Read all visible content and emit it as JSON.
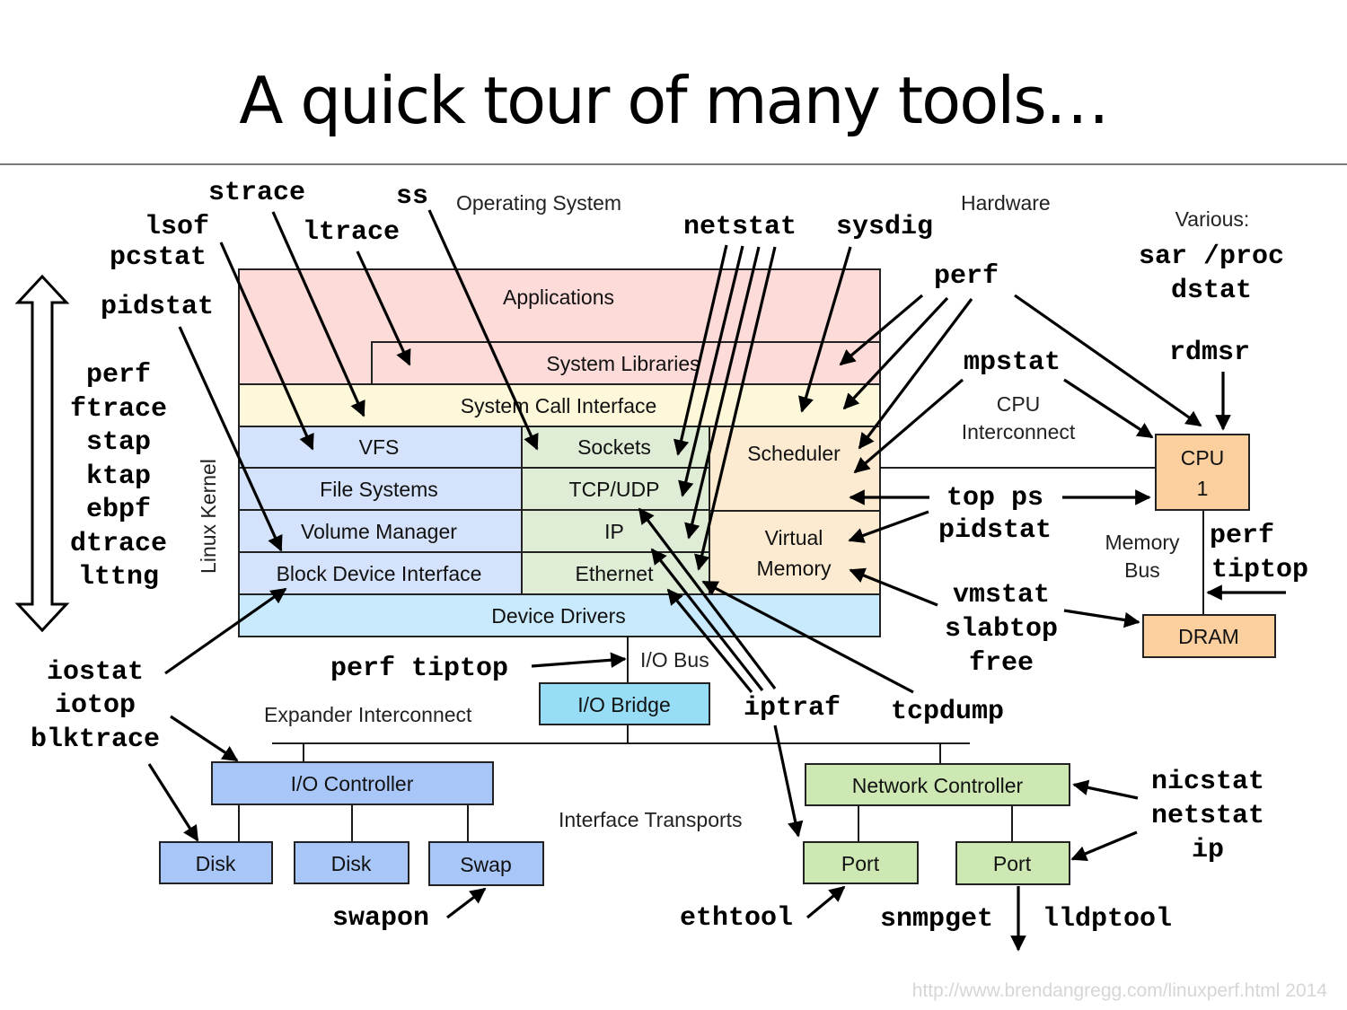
{
  "title": "A quick tour of many tools…",
  "footer": "http://www.brendangregg.com/linuxperf.html 2014",
  "colors": {
    "applications": "#fddbd9",
    "syscall": "#fdf8da",
    "fs_stack": "#d4e3fb",
    "net_stack": "#dfecd6",
    "kernel_core": "#fdebd1",
    "device_drivers": "#c9eafc",
    "io_bridge": "#98ddf6",
    "io_controller": "#a9c6f8",
    "network_hw": "#cde8b3",
    "cpu_dram": "#fbd09e"
  },
  "sections": {
    "operating_system": "Operating System",
    "hardware": "Hardware",
    "linux_kernel": "Linux Kernel",
    "cpu_interconnect": [
      "CPU",
      "Interconnect"
    ],
    "memory_bus": [
      "Memory",
      "Bus"
    ],
    "io_bus": "I/O Bus",
    "expander_interconnect": "Expander Interconnect",
    "interface_transports": "Interface Transports",
    "various": "Various:"
  },
  "components": {
    "applications": "Applications",
    "system_libraries": "System Libraries",
    "system_call_interface": "System Call Interface",
    "vfs": "VFS",
    "file_systems": "File Systems",
    "volume_manager": "Volume Manager",
    "block_device_interface": "Block Device Interface",
    "sockets": "Sockets",
    "tcp_udp": "TCP/UDP",
    "ip": "IP",
    "ethernet": "Ethernet",
    "scheduler": "Scheduler",
    "virtual_memory": [
      "Virtual",
      "Memory"
    ],
    "device_drivers": "Device Drivers",
    "io_bridge": "I/O Bridge",
    "io_controller": "I/O Controller",
    "disk1": "Disk",
    "disk2": "Disk",
    "swap": "Swap",
    "network_controller": "Network Controller",
    "port1": "Port",
    "port2": "Port",
    "cpu": [
      "CPU",
      "1"
    ],
    "dram": "DRAM"
  },
  "tools": {
    "strace": "strace",
    "ss": "ss",
    "lsof": "lsof",
    "pcstat": "pcstat",
    "ltrace": "ltrace",
    "pidstat_top": "pidstat",
    "tracers": [
      "perf",
      "ftrace",
      "stap",
      "ktap",
      "ebpf",
      "dtrace",
      "lttng"
    ],
    "netstat_top": "netstat",
    "sysdig": "sysdig",
    "perf_top": "perf",
    "various": [
      "sar /proc",
      "dstat"
    ],
    "rdmsr": "rdmsr",
    "mpstat": "mpstat",
    "top_ps": "top ps",
    "pidstat_mid": "pidstat",
    "perf_mem": "perf",
    "tiptop_mem": "tiptop",
    "vm_tools": [
      "vmstat",
      "slabtop",
      "free"
    ],
    "io_tools": [
      "iostat",
      "iotop",
      "blktrace"
    ],
    "perf_tiptop_io": "perf tiptop",
    "iptraf": "iptraf",
    "tcpdump": "tcpdump",
    "nic_tools": [
      "nicstat",
      "netstat",
      "ip"
    ],
    "swapon": "swapon",
    "ethtool": "ethtool",
    "snmpget": "snmpget",
    "lldptool": "lldptool"
  }
}
